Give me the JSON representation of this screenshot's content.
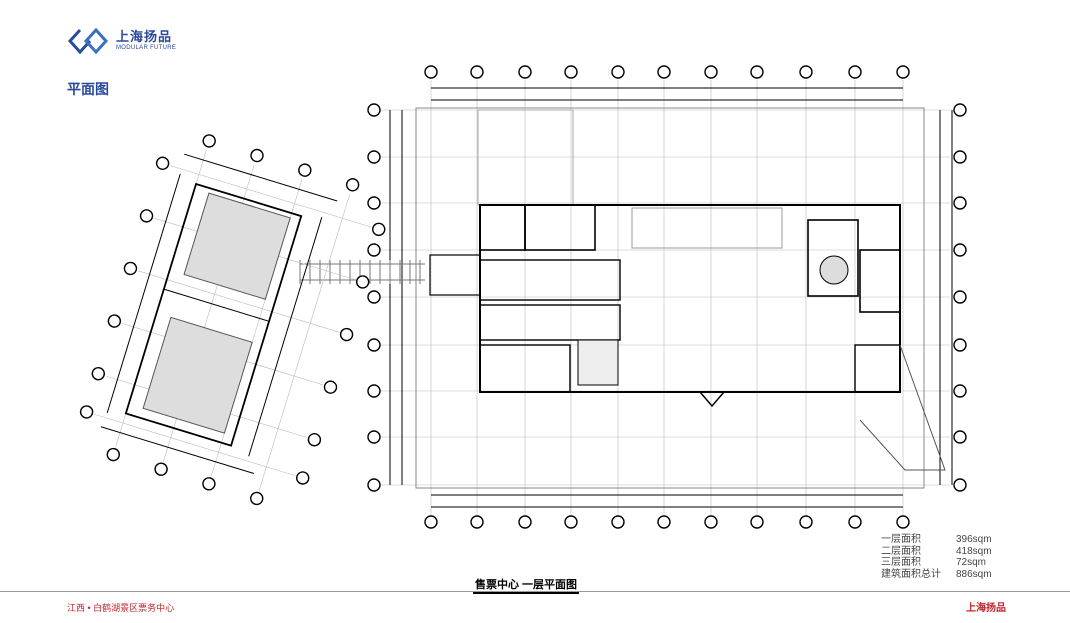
{
  "header": {
    "logo_cn": "上海扬品",
    "logo_en": "MODULAR FUTURE",
    "page_title": "平面图"
  },
  "plan": {
    "title": "售票中心 一层平面图"
  },
  "areas": [
    {
      "label": "一层面积",
      "value": "396sqm"
    },
    {
      "label": "二层面积",
      "value": "418sqm"
    },
    {
      "label": "三层面积",
      "value": "72sqm"
    },
    {
      "label": "建筑面积总计",
      "value": "886sqm"
    }
  ],
  "footer": {
    "project": "江西 • 白鹤湖景区票务中心",
    "brand": "上海扬品"
  },
  "colors": {
    "brand_blue": "#2b4a9c",
    "footer_red": "#c0262d"
  }
}
